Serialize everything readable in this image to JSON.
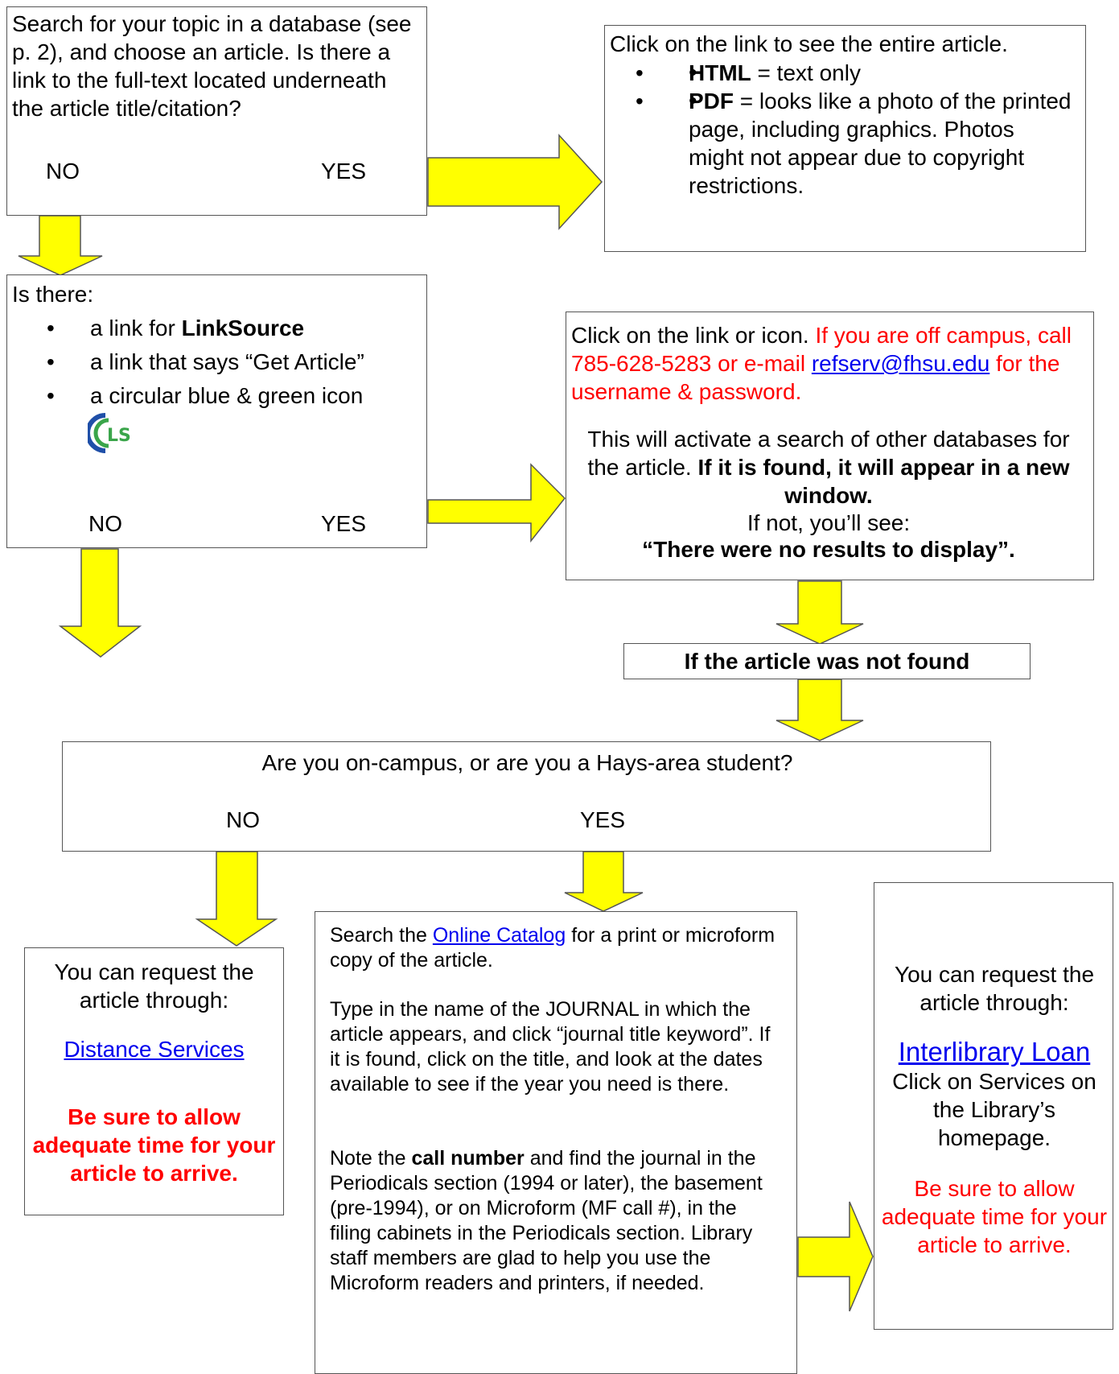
{
  "box1": {
    "text": "Search for your topic in a database (see p. 2), and choose an article. Is there a link to the full-text located underneath the article title/citation?",
    "no": "NO",
    "yes": "YES"
  },
  "box2": {
    "intro": "Click on the link to see the entire article.",
    "html_term": "HTML",
    "html_desc": " = text only",
    "pdf_term": "PDF",
    "pdf_desc": " = looks like a photo of the printed page, including graphics. Photos might not appear due to copyright restrictions."
  },
  "box3": {
    "intro": "Is there:",
    "item1_prefix": "a link for ",
    "item1_bold": "LinkSource",
    "item2": "a link that says “Get Article”",
    "item3": "a circular blue & green icon",
    "icon_letters": "LS",
    "no": "NO",
    "yes": "YES"
  },
  "box4": {
    "click": "Click on the link or icon. ",
    "offcampus_1": "If you are off campus, call 785-628-5283 or e-mail ",
    "email": "refserv@fhsu.edu",
    "offcampus_2": " for the username & password.",
    "activate_1": "This will activate a search of other databases for the article. ",
    "activate_bold": "If it is found, it will appear in a new window.",
    "if_not": "If not, you’ll see:",
    "no_results": "“There were no results to display”."
  },
  "notfound": {
    "text": "If the article was not found"
  },
  "campus": {
    "question": "Are you on-campus, or are you a Hays-area student?",
    "no": "NO",
    "yes": "YES"
  },
  "distance": {
    "request": "You can request the article through:",
    "link": "Distance Services",
    "warning": "Be sure to allow adequate time for your article to arrive."
  },
  "catalog": {
    "p1_a": "Search the ",
    "p1_link": "Online Catalog",
    "p1_b": " for a print or microform copy of the article.",
    "p2": "Type in the name of the JOURNAL in which the article appears, and click “journal title keyword”.  If it is found, click on the title, and look at the dates available to see if the year you need is there.",
    "p3_a": "Note the ",
    "p3_bold": "call number",
    "p3_b": " and find the journal in the Periodicals section (1994 or later), the basement (pre-1994), or on Microform (MF call #), in the filing cabinets in the Periodicals section.  Library staff members are glad to help you use the Microform readers and printers, if needed."
  },
  "ill": {
    "request": "You can request the article through:",
    "link": "Interlibrary Loan",
    "services": "Click on Services on the Library’s homepage.",
    "warning": "Be sure to allow adequate time for your article to arrive."
  },
  "colors": {
    "arrow_fill": "#ffff00",
    "arrow_stroke": "#555555",
    "warning": "#ff0000",
    "link": "#0000ee",
    "icon_blue": "#1f4fa8",
    "icon_green": "#3aa54a"
  }
}
